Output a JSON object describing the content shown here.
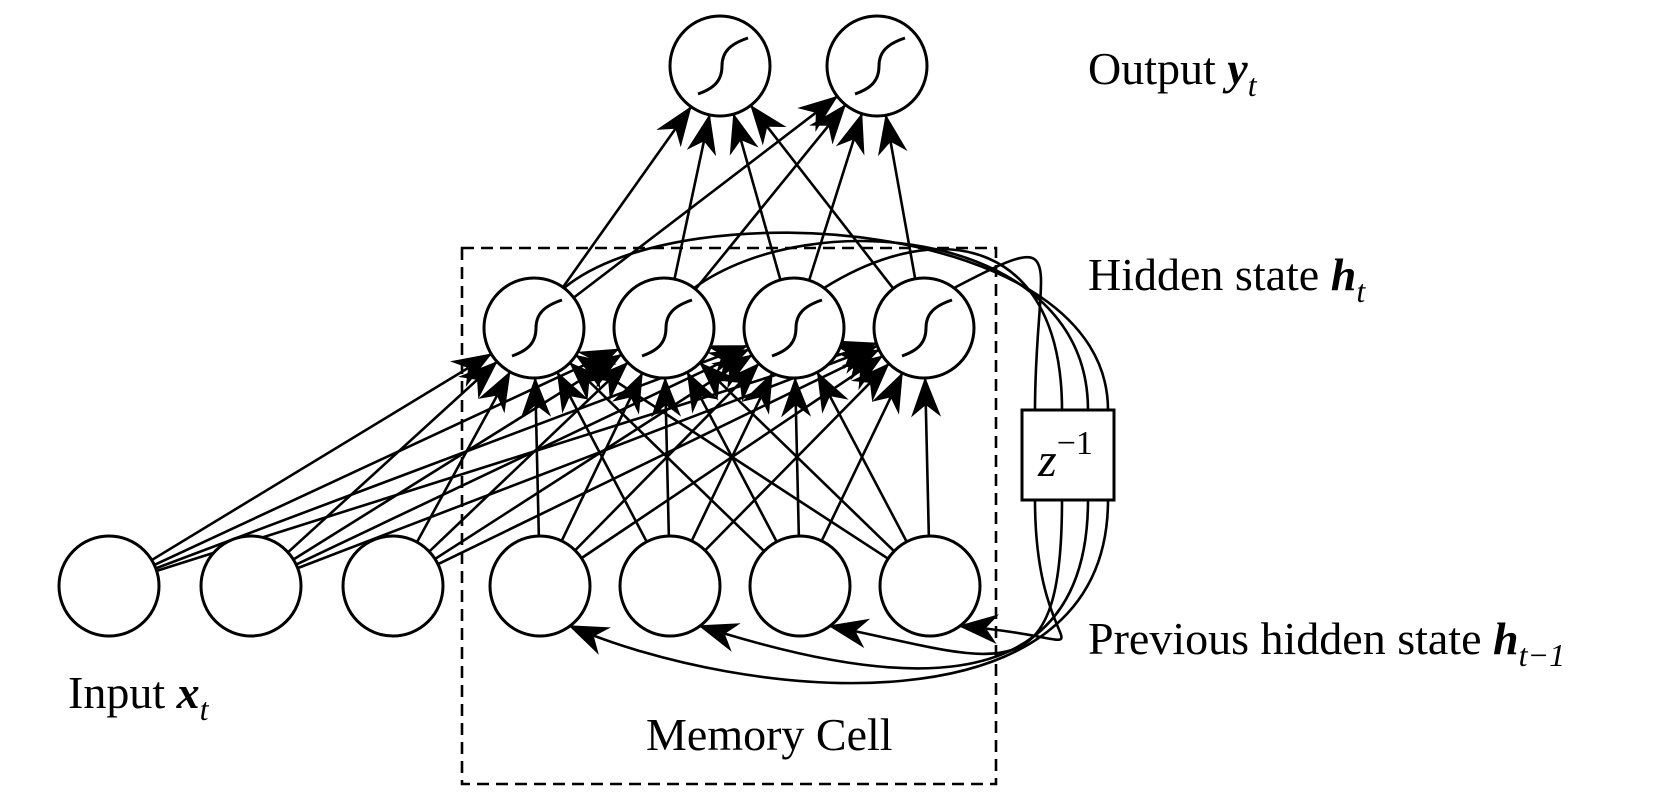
{
  "title": "Recurrent neural network memory cell",
  "colors": {
    "stroke": "#000000",
    "background": "#ffffff"
  },
  "layers": {
    "output": {
      "label": "Output",
      "symbol": "y",
      "subscript": "t",
      "count": 2,
      "activation": "sigmoid"
    },
    "hidden": {
      "label": "Hidden state",
      "symbol": "h",
      "subscript": "t",
      "count": 4,
      "activation": "sigmoid"
    },
    "input": {
      "label": "Input",
      "symbol": "x",
      "subscript": "t",
      "count": 3
    },
    "previous_hidden": {
      "label": "Previous hidden state",
      "symbol": "h",
      "subscript": "t−1",
      "count": 4
    }
  },
  "delay": {
    "base": "z",
    "exponent": "−1"
  },
  "memory_cell": {
    "label": "Memory Cell"
  },
  "connections": [
    {
      "from": "input",
      "to": "hidden",
      "type": "fully-connected"
    },
    {
      "from": "previous_hidden",
      "to": "hidden",
      "type": "fully-connected"
    },
    {
      "from": "hidden",
      "to": "output",
      "type": "fully-connected"
    },
    {
      "from": "hidden",
      "to": "previous_hidden",
      "type": "recurrent",
      "via": "delay"
    }
  ]
}
